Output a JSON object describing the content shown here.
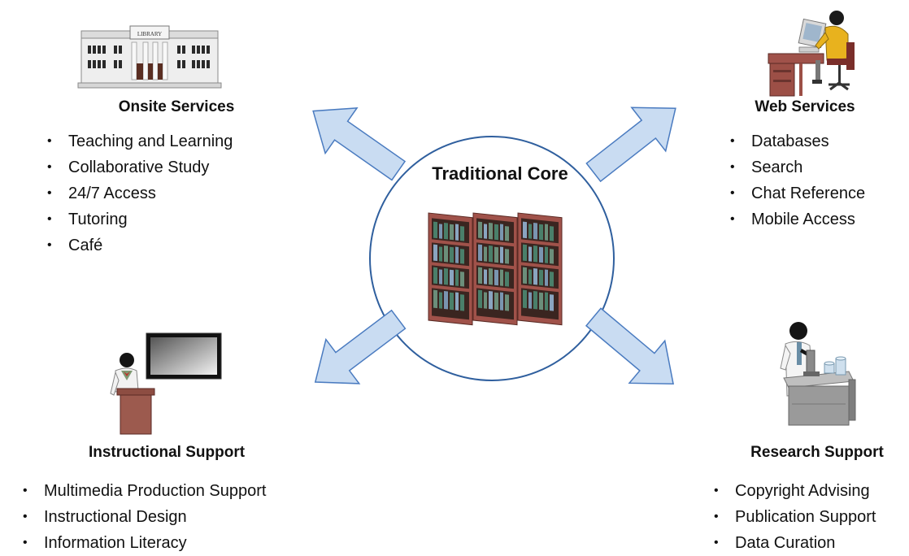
{
  "core": {
    "title": "Traditional Core",
    "icon": "bookshelves-icon"
  },
  "onsite": {
    "title": "Onsite Services",
    "icon": "library-building-icon",
    "building_sign": "LIBRARY",
    "items": [
      "Teaching and Learning",
      "Collaborative Study",
      "24/7 Access",
      "Tutoring",
      "Café"
    ]
  },
  "web": {
    "title": "Web Services",
    "icon": "computer-user-icon",
    "items": [
      "Databases",
      "Search",
      "Chat Reference",
      "Mobile Access"
    ]
  },
  "instructional": {
    "title": "Instructional Support",
    "icon": "presenter-podium-icon",
    "items": [
      "Multimedia Production Support",
      "Instructional Design",
      "Information Literacy"
    ]
  },
  "research": {
    "title": "Research Support",
    "icon": "lab-scientist-icon",
    "items": [
      "Copyright Advising",
      "Publication Support",
      "Data Curation"
    ]
  },
  "colors": {
    "arrow_fill": "#c9dcf2",
    "arrow_stroke": "#4a7bc0",
    "circle_stroke": "#2f5f9e",
    "shelf": "#a0524a",
    "podium": "#9c5a4e"
  }
}
